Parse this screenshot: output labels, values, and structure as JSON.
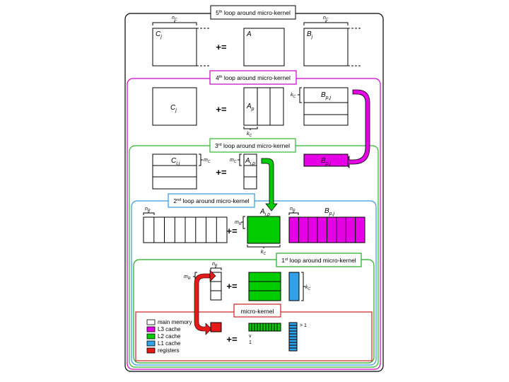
{
  "colors": {
    "main_memory": "#ffffff",
    "l3": "#e600e6",
    "l2": "#00cc00",
    "l1": "#33a1e8",
    "registers": "#e61919",
    "loop5": "#000000",
    "loop4": "#cc00cc",
    "loop3": "#2db82d",
    "loop2": "#3399dd",
    "loop1": "#22aa22",
    "microkernel": "#cc2222"
  },
  "loops": {
    "l5": {
      "pre": "5",
      "sup": "th",
      "post": " loop around micro-kernel"
    },
    "l4": {
      "pre": "4",
      "sup": "th",
      "post": " loop around micro-kernel"
    },
    "l3": {
      "pre": "3",
      "sup": "rd",
      "post": " loop around micro-kernel"
    },
    "l2": {
      "pre": "2",
      "sup": "nd",
      "post": " loop around micro-kernel"
    },
    "l1": {
      "pre": "1",
      "sup": "st",
      "post": " loop around micro-kernel"
    },
    "mk": "micro-kernel"
  },
  "op": "+=",
  "sym": {
    "C": "C",
    "A": "A",
    "B": "B",
    "n": "n",
    "k": "k",
    "m": "m"
  },
  "sub": {
    "j": "j",
    "C": "C",
    "p": "p",
    "pj": "p,j",
    "ij": "i,j",
    "ip": "i,p",
    "R": "R"
  },
  "legend": {
    "main_memory": "main memory",
    "l3": "L3 cache",
    "l2": "L2 cache",
    "l1": "L1 cache",
    "registers": "registers"
  },
  "mk_labels": {
    "gt1": "> 1",
    "v": "v",
    "one": "1"
  }
}
